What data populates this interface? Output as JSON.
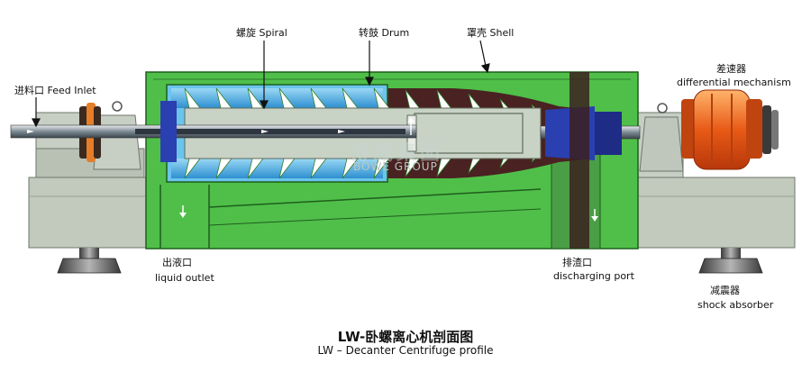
{
  "labels": {
    "spiral": "螺旋 Spiral",
    "drum": "转鼓 Drum",
    "shell": "罩壳 Shell",
    "feed_inlet": "进料口 Feed Inlet",
    "diff_zh": "差速器",
    "diff_en": "differential mechanism",
    "liquid_zh": "出液口",
    "liquid_en": "liquid outlet",
    "discharge_zh": "排渣口",
    "discharge_en": "discharging port",
    "shock_zh": "减震器",
    "shock_en": "shock absorber"
  },
  "caption": {
    "zh": "LW-卧螺离心机剖面图",
    "en": "LW – Decanter Centrifuge profile"
  },
  "watermark": {
    "text": "BOWE GROUP",
    "logo_text": "博威集团"
  },
  "colors": {
    "shell_green": "#4fbf49",
    "drum_gray": "#c8d2c5",
    "sludge_brown": "#4a2222",
    "liquid_blue": "#4fb4e6",
    "motor_orange": "#e85a16",
    "hub_blue": "#2a3fb0",
    "base_gray": "#c2c9bd"
  }
}
